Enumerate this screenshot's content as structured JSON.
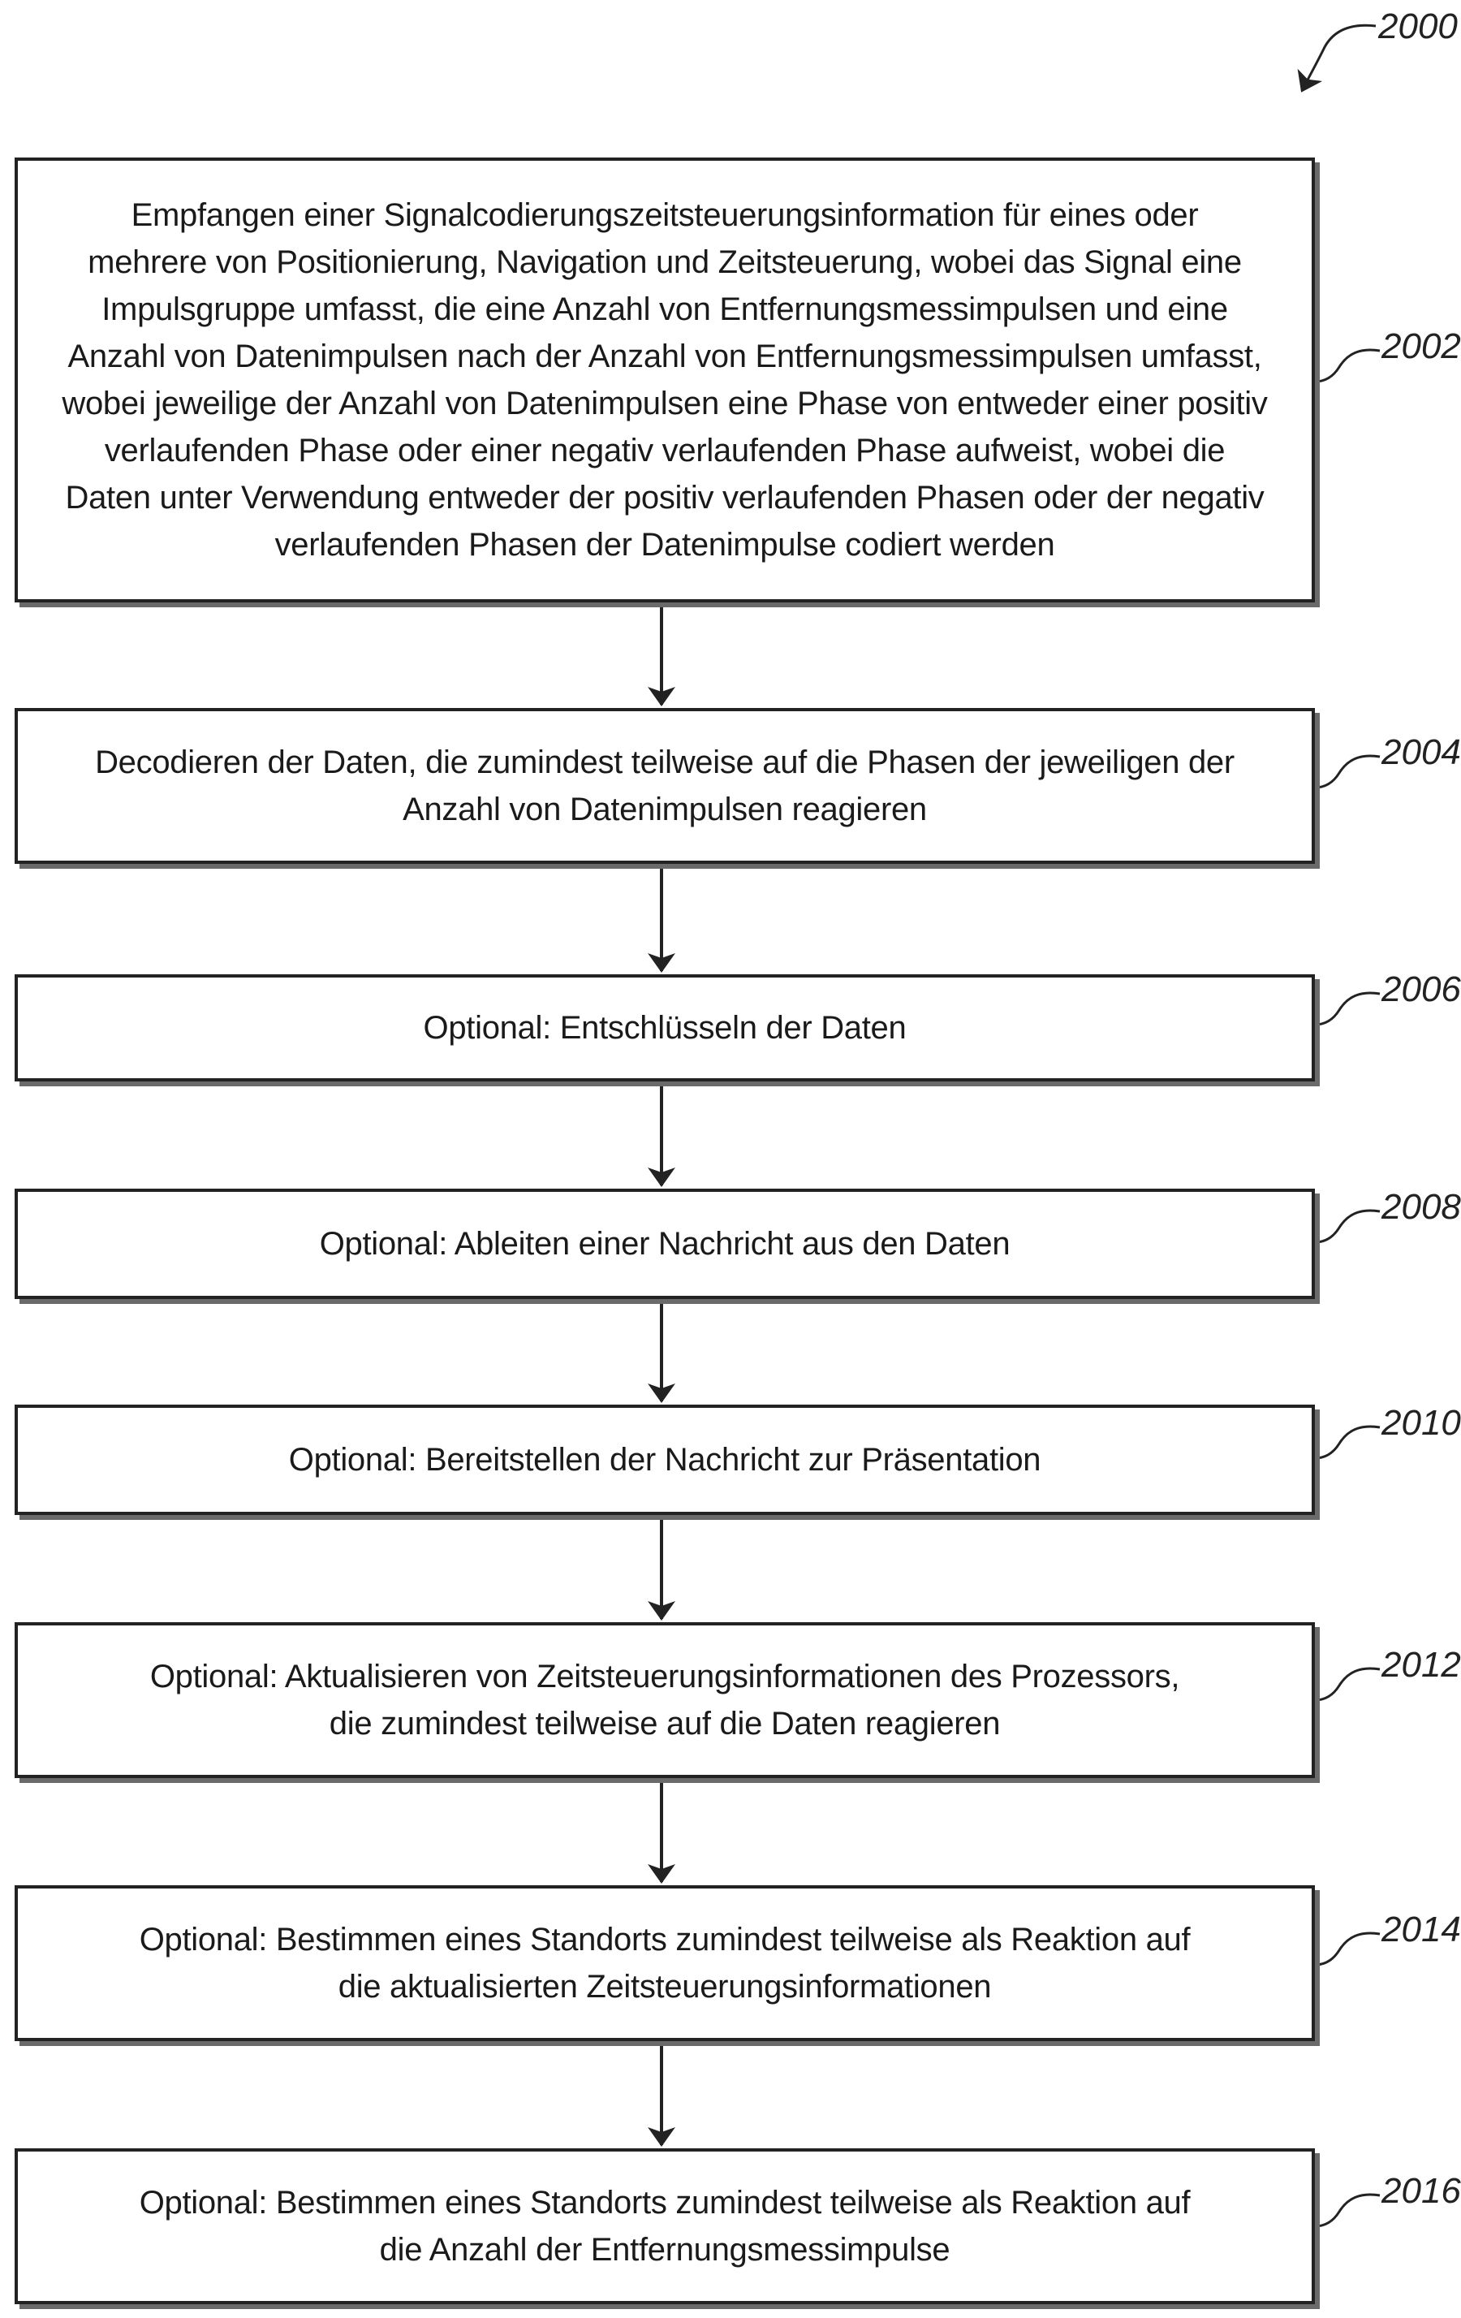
{
  "figure_ref": "2000",
  "steps": [
    {
      "ref": "2002",
      "text": "Empfangen einer Signalcodierungszeitsteuerungsinformation für eines oder\nmehrere von Positionierung, Navigation und Zeitsteuerung, wobei das Signal eine\nImpulsgruppe umfasst, die eine Anzahl von Entfernungsmessimpulsen und eine\nAnzahl von Datenimpulsen nach der Anzahl von Entfernungsmessimpulsen umfasst,\nwobei jeweilige der Anzahl von Datenimpulsen eine Phase von entweder einer positiv\nverlaufenden Phase oder einer negativ verlaufenden Phase aufweist, wobei die\nDaten unter Verwendung entweder der positiv verlaufenden Phasen oder der negativ\nverlaufenden Phasen der Datenimpulse codiert werden"
    },
    {
      "ref": "2004",
      "text": "Decodieren der Daten, die zumindest teilweise auf die Phasen der jeweiligen der\nAnzahl von Datenimpulsen reagieren"
    },
    {
      "ref": "2006",
      "text": "Optional: Entschlüsseln der Daten"
    },
    {
      "ref": "2008",
      "text": "Optional: Ableiten einer Nachricht aus den Daten"
    },
    {
      "ref": "2010",
      "text": "Optional: Bereitstellen der Nachricht zur Präsentation"
    },
    {
      "ref": "2012",
      "text": "Optional: Aktualisieren von Zeitsteuerungsinformationen des Prozessors,\ndie zumindest teilweise auf die Daten reagieren"
    },
    {
      "ref": "2014",
      "text": "Optional: Bestimmen eines Standorts zumindest teilweise als Reaktion auf\ndie aktualisierten Zeitsteuerungsinformationen"
    },
    {
      "ref": "2016",
      "text": "Optional: Bestimmen eines Standorts zumindest teilweise als Reaktion auf\ndie Anzahl der Entfernungsmessimpulse"
    }
  ]
}
